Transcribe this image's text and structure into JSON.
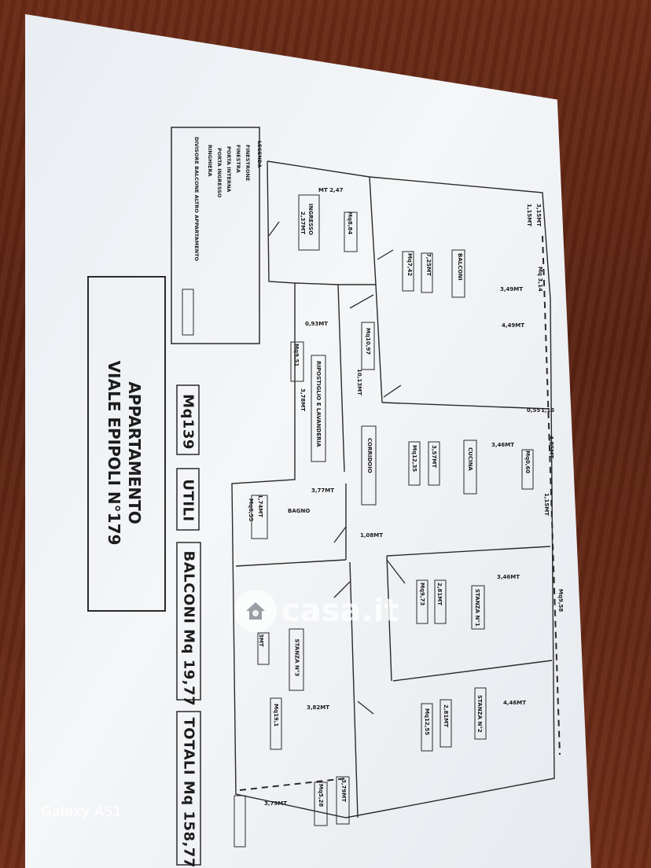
{
  "photo": {
    "device_label": "Galaxy A51",
    "watermark": "casa.it"
  },
  "document": {
    "title_line1": "APPARTAMENTO",
    "title_line2": "VIALE EPIPOLI N°179",
    "summary": [
      "Mq139",
      "UTILI",
      "BALCONI Mq 19,77",
      "TOTALI Mq 158,77"
    ],
    "legend": {
      "heading": "LEGENDA",
      "items": [
        "FINESTRONE",
        "FINESTRA",
        "PORTA INTERNA",
        "PORTA INGRESSO",
        "RINGHIERA",
        "DIVISORE BALCONE ALTRO APPARTAMENTO"
      ]
    },
    "rooms": {
      "ingresso": [
        "INGRESSO",
        "2,37MT",
        "Mq8,84",
        "MT 2,47"
      ],
      "balconi": [
        "BALCONI",
        "7,25MT",
        "Mq7,42",
        "3,49MT",
        "4,49MT",
        "Mq 3,14",
        "1,15MT",
        "3,15MT"
      ],
      "ripostiglio": [
        "RIPOSTIGLIO E LAVANDERIA",
        "3,78MT",
        "Mq9,51",
        "0,93MT"
      ],
      "corridoio": [
        "CORRIDOIO",
        "10,13MT",
        "Mq10,97",
        "1,08MT"
      ],
      "cucina": [
        "CUCINA",
        "3,57MT",
        "Mq12,35",
        "3,46MT",
        "Mq0,60",
        "0,55",
        "1,16",
        "4,85MT",
        "1,15MT"
      ],
      "bagno": [
        "BAGNO",
        "3,77MT",
        "1,74MT",
        "Mq6,55"
      ],
      "stanza1": [
        "STANZA N°1",
        "2,81MT",
        "Mq9,73",
        "3,46MT",
        "Mq9,58"
      ],
      "stanza2": [
        "STANZA N°2",
        "2,81MT",
        "Mq12,55",
        "4,46MT"
      ],
      "stanza3": [
        "STANZA N°3",
        "3MT",
        "Mq19,1",
        "3,82MT",
        "3,79MT",
        "Mq5,28",
        "3,79MT"
      ]
    }
  }
}
